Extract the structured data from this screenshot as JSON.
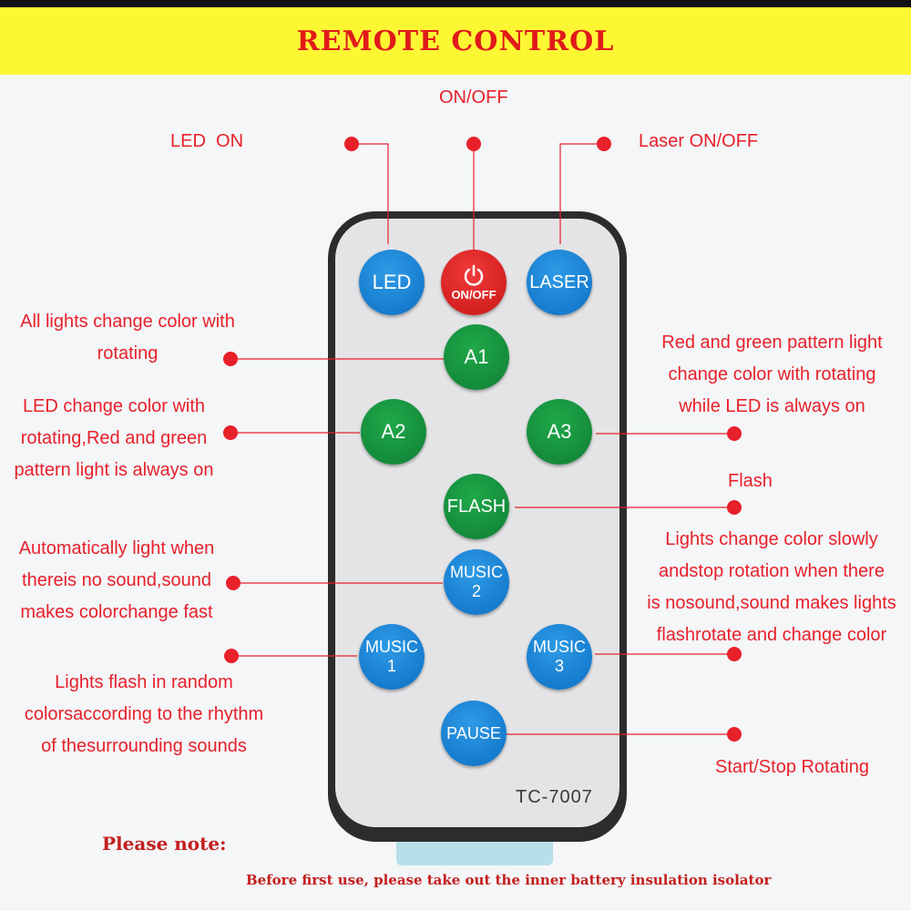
{
  "header": {
    "title": "REMOTE CONTROL"
  },
  "remote": {
    "model": "TC-7007",
    "buttons": {
      "led": "LED",
      "onoff": "ON/OFF",
      "laser": "LASER",
      "a1": "A1",
      "a2": "A2",
      "a3": "A3",
      "flash": "FLASH",
      "music2": {
        "line1": "MUSIC",
        "line2": "2"
      },
      "music1": {
        "line1": "MUSIC",
        "line2": "1"
      },
      "music3": {
        "line1": "MUSIC",
        "line2": "3"
      },
      "pause": "PAUSE"
    }
  },
  "labels": {
    "onoff": "ON/OFF",
    "led_on": "LED  ON",
    "laser_onoff": "Laser ON/OFF",
    "a1": "All lights change color with\nrotating",
    "a2": "LED change color with\nrotating,Red and green\npattern light is always on",
    "a3": "Red and green pattern light\nchange color with rotating\nwhile LED is always on",
    "flash": "Flash",
    "music2": "Automatically light when\nthereis no sound,sound\nmakes colorchange fast",
    "music3": "Lights change color slowly\nandstop rotation when there\nis nosound,sound makes lights\nflashrotate and change color",
    "music1": "Lights flash in random\ncolorsaccording to the rhythm\nof thesurrounding sounds",
    "pause": "Start/Stop Rotating"
  },
  "note": {
    "title": "Please note:",
    "text": "Before first use, please take out the inner battery insulation isolator"
  },
  "colors": {
    "banner": "#fdf733",
    "accent_red": "#e8202a",
    "button_blue": "#0d6fc4",
    "button_green": "#0f7f34",
    "button_red": "#c91515"
  },
  "icons": {
    "power": "power-icon"
  }
}
